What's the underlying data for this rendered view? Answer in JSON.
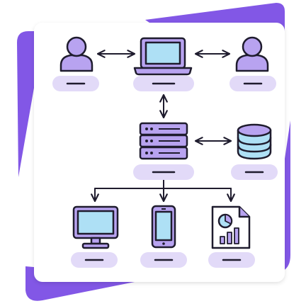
{
  "colors": {
    "accent_purple": "#8257e6",
    "icon_fill_purple": "#b8a3f0",
    "label_pill": "#e2daf8",
    "screen_blue": "#aee0f5",
    "outline": "#1f1c2e",
    "card_bg": "#ffffff"
  },
  "diagram": {
    "nodes": [
      {
        "id": "user-left",
        "icon": "user-icon",
        "label": ""
      },
      {
        "id": "laptop",
        "icon": "laptop-icon",
        "label": ""
      },
      {
        "id": "user-right",
        "icon": "user-icon",
        "label": ""
      },
      {
        "id": "server",
        "icon": "server-icon",
        "label": ""
      },
      {
        "id": "database",
        "icon": "database-icon",
        "label": ""
      },
      {
        "id": "desktop",
        "icon": "monitor-icon",
        "label": ""
      },
      {
        "id": "phone",
        "icon": "smartphone-icon",
        "label": ""
      },
      {
        "id": "report",
        "icon": "report-document-icon",
        "label": ""
      }
    ],
    "edges": [
      {
        "from": "user-left",
        "to": "laptop",
        "direction": "both"
      },
      {
        "from": "laptop",
        "to": "user-right",
        "direction": "both"
      },
      {
        "from": "laptop",
        "to": "server",
        "direction": "both"
      },
      {
        "from": "server",
        "to": "database",
        "direction": "both"
      },
      {
        "from": "server",
        "to": "desktop",
        "direction": "forward"
      },
      {
        "from": "server",
        "to": "phone",
        "direction": "forward"
      },
      {
        "from": "server",
        "to": "report",
        "direction": "forward"
      }
    ]
  }
}
